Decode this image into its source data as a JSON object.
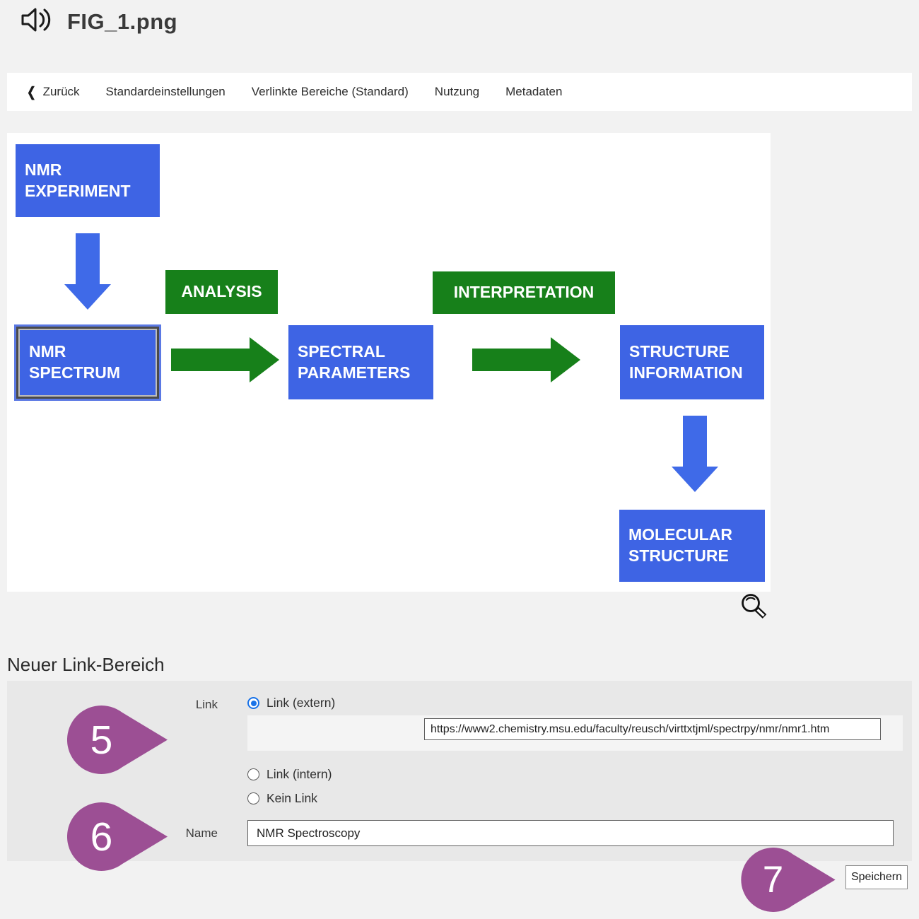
{
  "header": {
    "title": "FIG_1.png"
  },
  "nav": {
    "back_label": "Zurück",
    "back_chevron": "❮",
    "items": [
      "Standardeinstellungen",
      "Verlinkte Bereiche (Standard)",
      "Nutzung",
      "Metadaten"
    ]
  },
  "diagram": {
    "nmr_experiment": "NMR\nEXPERIMENT",
    "analysis": "ANALYSIS",
    "nmr_spectrum": "NMR\nSPECTRUM",
    "spectral_parameters": "SPECTRAL\nPARAMETERS",
    "interpretation": "INTERPRETATION",
    "structure_information": "STRUCTURE\nINFORMATION",
    "molecular_structure": "MOLECULAR\nSTRUCTURE",
    "icons": [
      "speaker-icon",
      "magnifier-icon",
      "down-arrow-icon",
      "right-arrow-icon"
    ]
  },
  "form": {
    "section_title": "Neuer Link-Bereich",
    "link_label": "Link",
    "radio_extern_label": "Link (extern)",
    "radio_intern_label": "Link (intern)",
    "radio_none_label": "Kein Link",
    "url_value": "https://www2.chemistry.msu.edu/faculty/reusch/virttxtjml/spectrpy/nmr/nmr1.htm",
    "name_label": "Name",
    "name_value": "NMR Spectroscopy",
    "save_label": "Speichern"
  },
  "annotations": {
    "step5": "5",
    "step6": "6",
    "step7": "7"
  },
  "colors": {
    "box_blue": "#3e64e4",
    "arrow_blue": "#3f6ae8",
    "box_green": "#17801a",
    "marker_purple": "#9c4f94",
    "radio_selected_blue": "#1a73e8",
    "panel_gray": "#e8e8e8",
    "page_gray": "#f2f2f2"
  }
}
